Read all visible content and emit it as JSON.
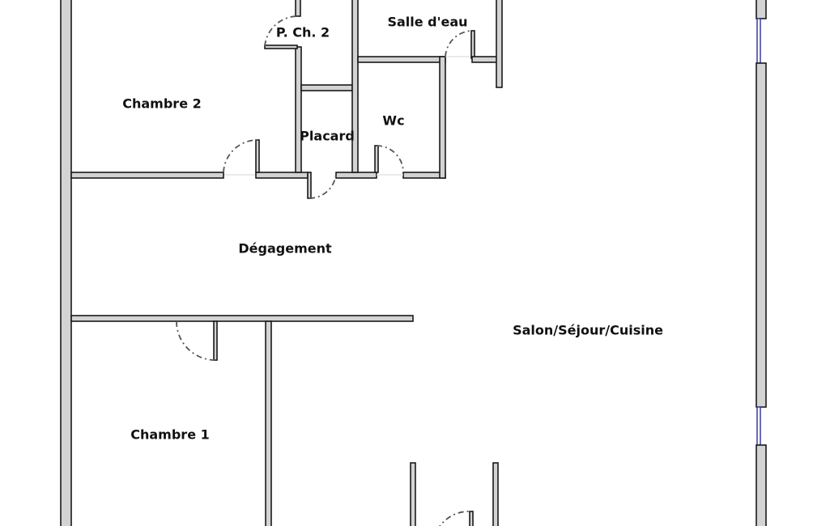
{
  "rooms": {
    "chambre2": "Chambre 2",
    "pch2": "P. Ch. 2",
    "salle_eau": "Salle d'eau",
    "placard": "Placard",
    "wc": "Wc",
    "degagement": "Dégagement",
    "salon": "Salon/Séjour/Cuisine",
    "chambre1": "Chambre 1"
  }
}
